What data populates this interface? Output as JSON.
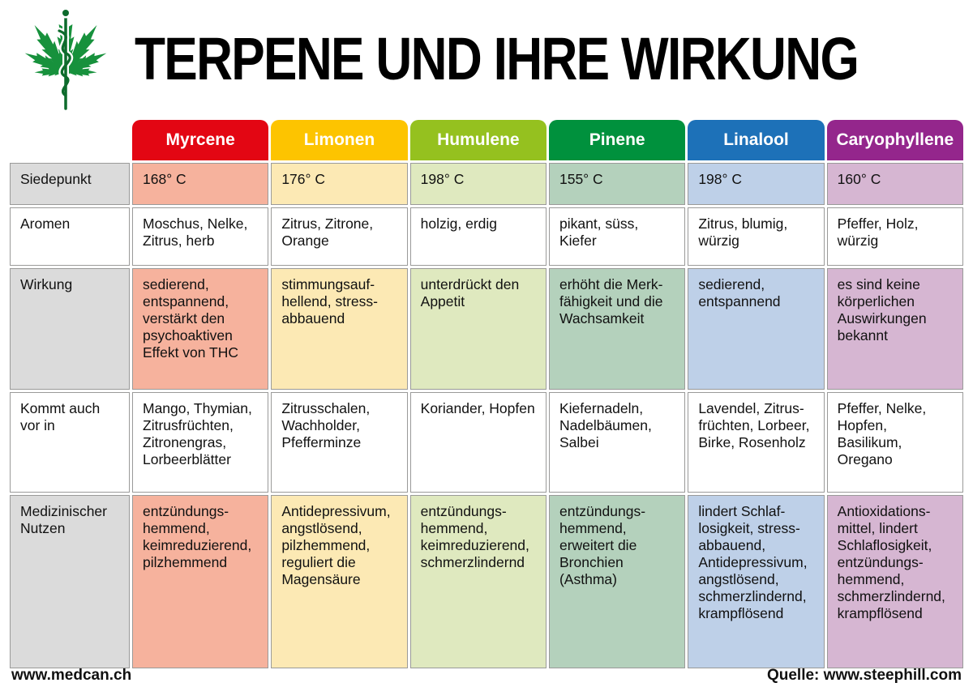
{
  "page": {
    "title": "TERPENE UND IHRE WIRKUNG",
    "footer_left": "www.medcan.ch",
    "footer_right": "Quelle: www.steephill.com",
    "logo_color": "#17913c"
  },
  "table": {
    "columns": [
      {
        "name": "Myrcene",
        "color": "#e30613",
        "tint": "#f6b29d"
      },
      {
        "name": "Limonen",
        "color": "#fdc400",
        "tint": "#fce9b4"
      },
      {
        "name": "Humulene",
        "color": "#95c11f",
        "tint": "#dfe9bf"
      },
      {
        "name": "Pinene",
        "color": "#00913d",
        "tint": "#b4d1bc"
      },
      {
        "name": "Linalool",
        "color": "#1d71b8",
        "tint": "#bed0e8"
      },
      {
        "name": "Caryophyllene",
        "color": "#94268c",
        "tint": "#d6b6d2"
      }
    ],
    "rows": [
      {
        "label": "Siedepunkt",
        "tinted": true,
        "cells": [
          "168° C",
          "176° C",
          "198° C",
          "155° C",
          "198° C",
          "160° C"
        ]
      },
      {
        "label": "Aromen",
        "tinted": false,
        "cells": [
          "Moschus, Nelke, Zitrus, herb",
          "Zitrus, Zitrone, Orange",
          "holzig, erdig",
          "pikant, süss, Kiefer",
          "Zitrus, blumig, würzig",
          "Pfeffer, Holz, würzig"
        ]
      },
      {
        "label": "Wirkung",
        "tinted": true,
        "cells": [
          "sedierend, entspannend, verstärkt den psychoaktiven Effekt von THC",
          "stimmungsauf-hellend, stress-abbauend",
          "unterdrückt den Appetit",
          "erhöht die Merk-fähigkeit und die Wachsamkeit",
          "sedierend, entspannend",
          "es sind keine körperlichen Auswirkungen bekannt"
        ]
      },
      {
        "label": "Kommt auch vor in",
        "tinted": false,
        "cells": [
          "Mango, Thymian, Zitrusfrüchten, Zitronengras, Lorbeerblätter",
          "Zitrusschalen, Wachholder, Pfefferminze",
          "Koriander, Hopfen",
          "Kiefernadeln, Nadelbäumen, Salbei",
          "Lavendel, Zitrus-früchten, Lorbeer, Birke, Rosenholz",
          "Pfeffer, Nelke, Hopfen, Basilikum, Oregano"
        ]
      },
      {
        "label": "Medizinischer Nutzen",
        "tinted": true,
        "cells": [
          "entzündungs-hemmend, keimreduzierend, pilzhemmend",
          "Antidepressivum, angstlösend, pilzhemmend, reguliert die Magensäure",
          "entzündungs-hemmend, keimreduzierend, schmerzlindernd",
          "entzündungs-hemmend, erweitert die Bronchien (Asthma)",
          "lindert Schlaf-losigkeit, stress-abbauend, Antidepressivum, angstlösend, schmerzlindernd, krampflösend",
          "Antioxidations-mittel, lindert Schlaflosigkeit, entzündungs-hemmend, schmerzlindernd, krampflösend"
        ]
      }
    ]
  }
}
